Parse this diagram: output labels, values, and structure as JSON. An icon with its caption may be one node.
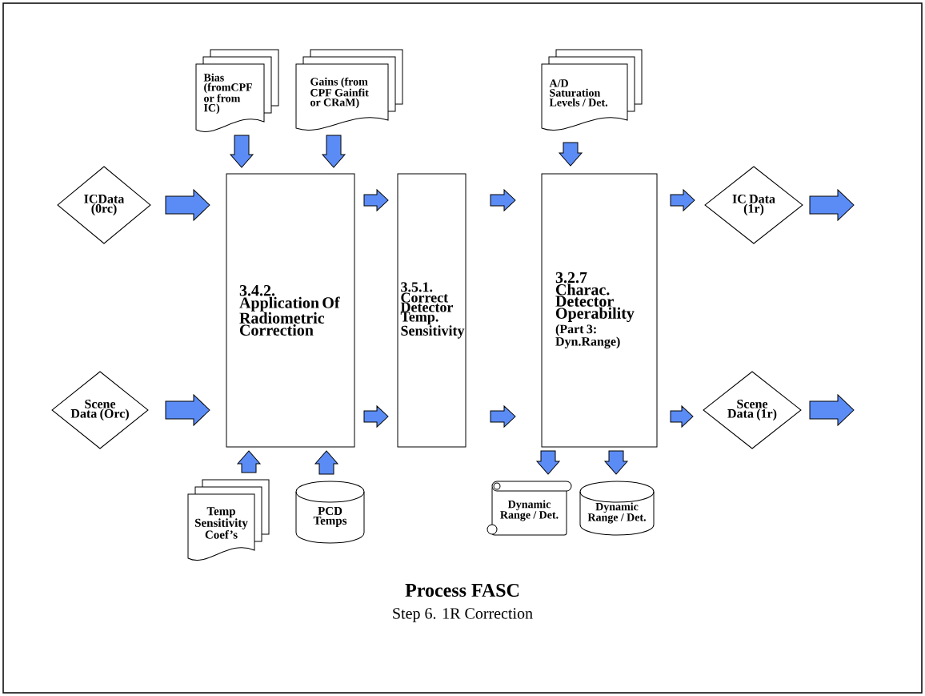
{
  "diagram": {
    "title": "Process FASC",
    "caption": "Step 6. 1R Correction",
    "nodes": [
      {
        "text": [
          "Bias (fromCPF or from IC)"
        ]
      },
      {
        "text": [
          "Gains (from CPF Gainfit or CRaM)"
        ]
      },
      {
        "text": [
          "A/D Saturation Levels / Det."
        ]
      },
      {
        "text": [
          "ICData (0rc)"
        ]
      },
      {
        "text": [
          "Scene Data (Orc)"
        ]
      },
      {
        "text": [
          "3.4.2. Application Of Radiometric Correction"
        ]
      },
      {
        "text": [
          "3.5.1. Correct Detector Temp. Sensitivity"
        ]
      },
      {
        "text": [
          "3.2.7 Charac. Detector Operability",
          "(Part 3: Dyn.Range)"
        ]
      },
      {
        "text": [
          "IC Data (1r)"
        ]
      },
      {
        "text": [
          "Scene Data (1r)"
        ]
      },
      {
        "text": [
          "Temp Sensitivity Coef’s"
        ]
      },
      {
        "text": [
          "PCD Temps"
        ]
      },
      {
        "text": [
          "Dynamic Range / Det."
        ]
      },
      {
        "text": [
          "Dynamic Range / Det."
        ]
      }
    ],
    "edges": [
      {
        "from": 0,
        "to": 5,
        "arrow": "to"
      },
      {
        "from": 1,
        "to": 5,
        "arrow": "to"
      },
      {
        "from": 2,
        "to": 7,
        "arrow": "to"
      },
      {
        "from": 3,
        "to": 5,
        "arrow": "to"
      },
      {
        "from": 4,
        "to": 5,
        "arrow": "to"
      },
      {
        "from": 5,
        "to": 6,
        "arrow": "to"
      },
      {
        "from": 5,
        "to": 6,
        "arrow": "to"
      },
      {
        "from": 6,
        "to": 7,
        "arrow": "to"
      },
      {
        "from": 6,
        "to": 7,
        "arrow": "to"
      },
      {
        "from": 7,
        "to": 8,
        "arrow": "to"
      },
      {
        "from": 7,
        "to": 9,
        "arrow": "to"
      },
      {
        "from": 8,
        "to": null,
        "arrow": "to"
      },
      {
        "from": 9,
        "to": null,
        "arrow": "to"
      },
      {
        "from": 10,
        "to": 5,
        "arrow": "to"
      },
      {
        "from": 11,
        "to": 5,
        "arrow": "to"
      },
      {
        "from": 7,
        "to": 12,
        "arrow": "to"
      },
      {
        "from": 7,
        "to": 13,
        "arrow": "to"
      }
    ]
  }
}
